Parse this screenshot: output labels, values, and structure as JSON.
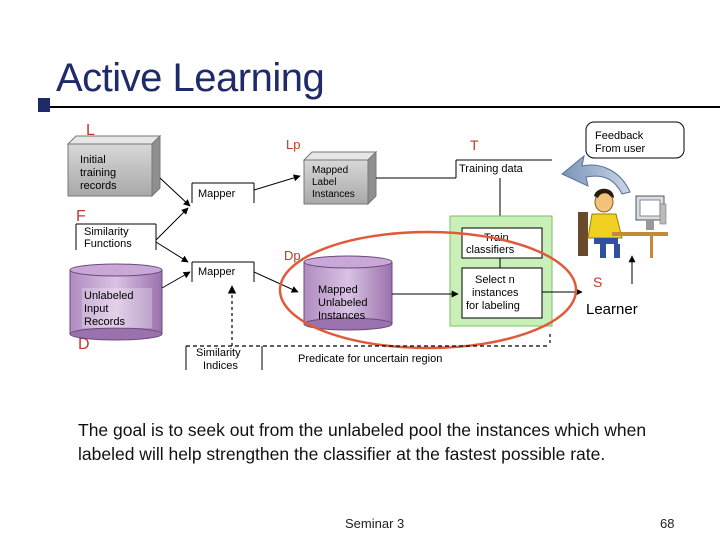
{
  "slide": {
    "title": "Active Learning",
    "caption": "The goal is to seek out from the unlabeled pool the instances which when labeled will help strengthen the classifier at the fastest possible rate.",
    "footer": "Seminar 3",
    "page_number": "68"
  },
  "diagram": {
    "labels": {
      "L": "L",
      "Lp": "Lp",
      "T": "T",
      "F": "F",
      "Dp": "Dp",
      "S": "S",
      "D": "D"
    },
    "initial_records": [
      "Initial",
      "training",
      "records"
    ],
    "mapper_top": "Mapper",
    "mapper_bottom": "Mapper",
    "similarity_functions": [
      "Similarity",
      "Functions"
    ],
    "mapped_label": [
      "Mapped",
      "Label",
      "Instances"
    ],
    "training_data": "Training data",
    "feedback": [
      "Feedback",
      "From user"
    ],
    "train_classifiers": [
      "Train",
      "classifiers"
    ],
    "select_instances": [
      "Select n",
      "instances",
      "for labeling"
    ],
    "learner": "Learner",
    "unlabeled_records": [
      "Unlabeled",
      "Input",
      "Records"
    ],
    "mapped_unlabeled": [
      "Mapped",
      "Unlabeled",
      "Instances"
    ],
    "similarity_indices": [
      "Similarity",
      "Indices"
    ],
    "predicate": "Predicate for uncertain region"
  }
}
